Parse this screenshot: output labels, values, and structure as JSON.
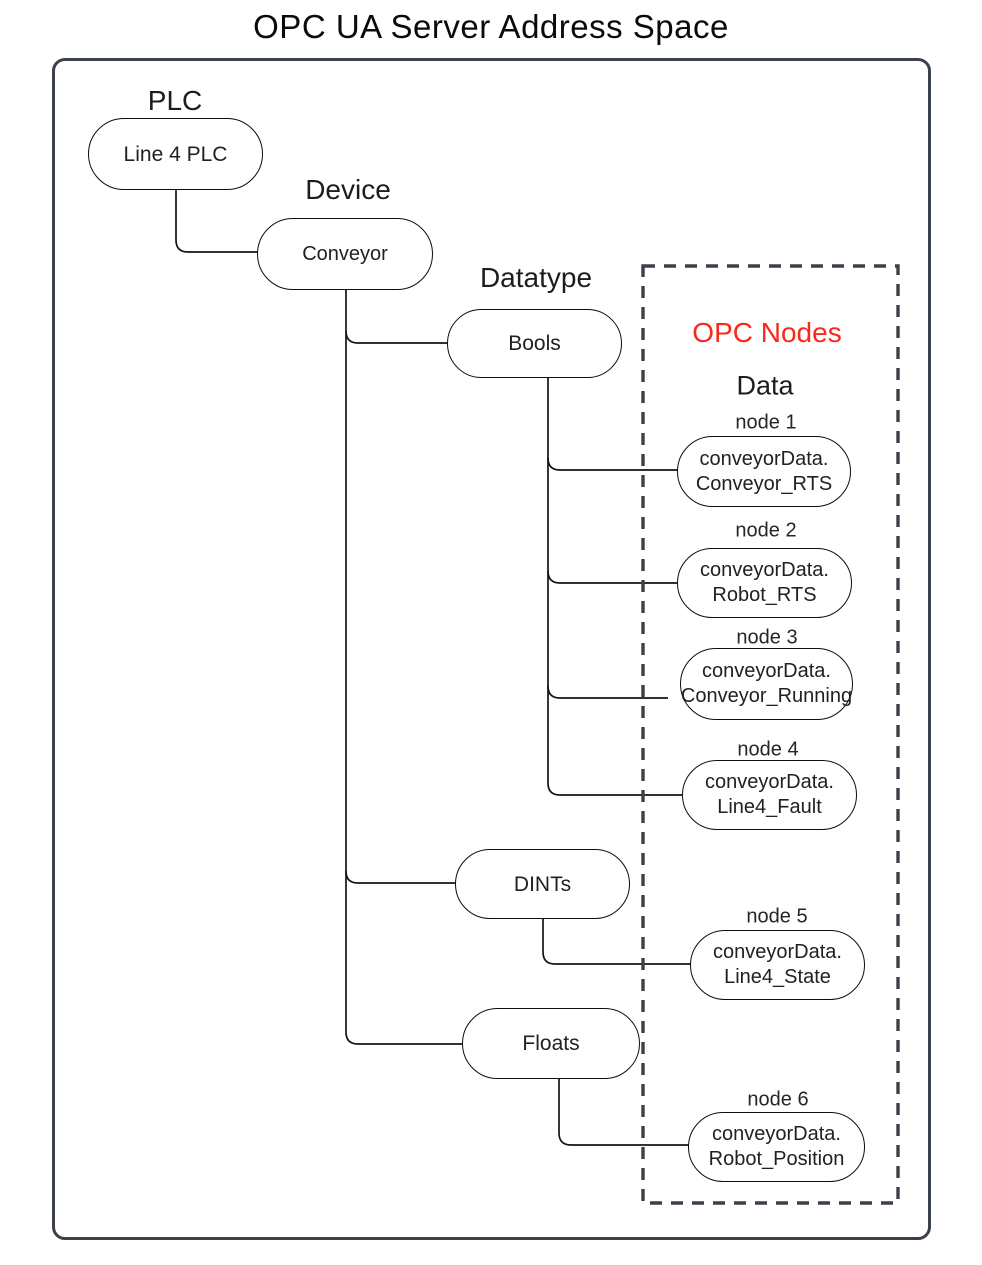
{
  "title": "OPC UA Server Address Space",
  "colors": {
    "accent_red": "#f8281a",
    "frame_gray": "#3a414b",
    "wire_black": "#141414"
  },
  "tree": {
    "plc_label": "PLC",
    "plc_node": "Line 4 PLC",
    "device_label": "Device",
    "device_node": "Conveyor",
    "datatype_label": "Datatype",
    "datatype_bools": "Bools",
    "datatype_dints": "DINTs",
    "datatype_floats": "Floats"
  },
  "opc": {
    "heading": "OPC Nodes",
    "subheading": "Data",
    "nodes": [
      {
        "label": "node 1",
        "line1": "conveyorData.",
        "line2": "Conveyor_RTS"
      },
      {
        "label": "node 2",
        "line1": "conveyorData.",
        "line2": "Robot_RTS"
      },
      {
        "label": "node 3",
        "line1": "conveyorData.",
        "line2": "Conveyor_Running"
      },
      {
        "label": "node 4",
        "line1": "conveyorData.",
        "line2": "Line4_Fault"
      },
      {
        "label": "node 5",
        "line1": "conveyorData.",
        "line2": "Line4_State"
      },
      {
        "label": "node 6",
        "line1": "conveyorData.",
        "line2": "Robot_Position"
      }
    ]
  }
}
